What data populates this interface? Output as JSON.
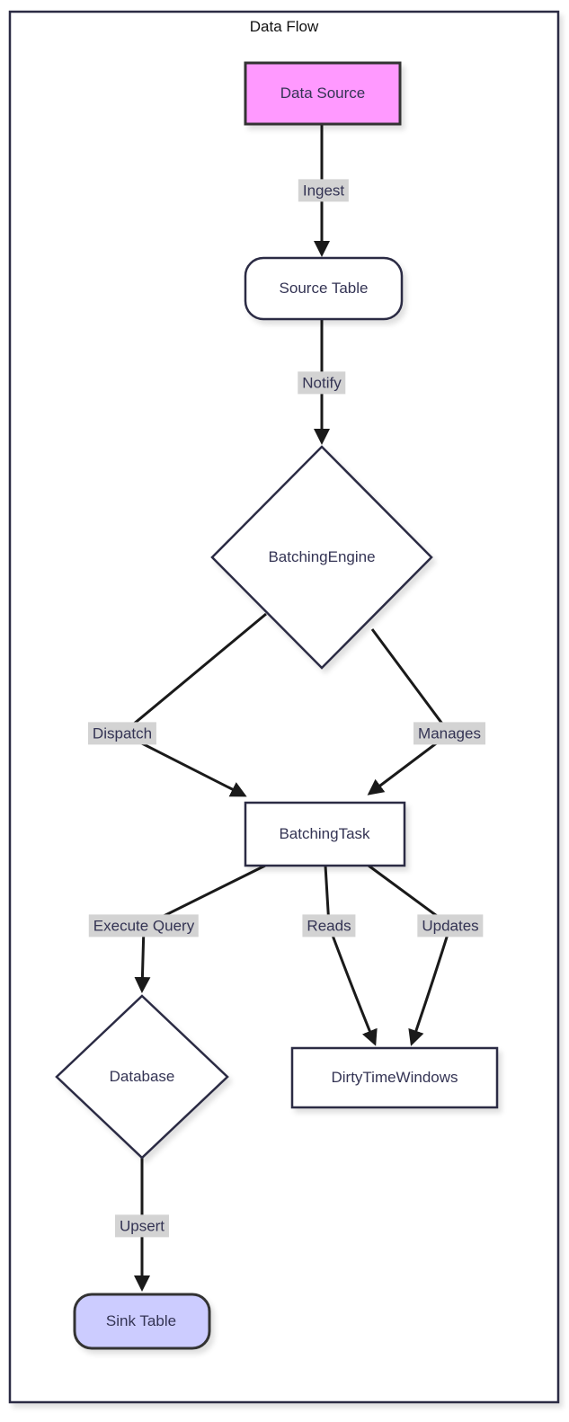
{
  "title": "Data Flow",
  "nodes": {
    "data_source": {
      "label": "Data Source",
      "shape": "rectangle",
      "fill": "#ff99ff"
    },
    "source_table": {
      "label": "Source Table",
      "shape": "rounded",
      "fill": "#ffffff"
    },
    "batching_engine": {
      "label": "BatchingEngine",
      "shape": "diamond",
      "fill": "#ffffff"
    },
    "batching_task": {
      "label": "BatchingTask",
      "shape": "rectangle",
      "fill": "#ffffff"
    },
    "database": {
      "label": "Database",
      "shape": "diamond",
      "fill": "#ffffff"
    },
    "dirty_time_windows": {
      "label": "DirtyTimeWindows",
      "shape": "rectangle",
      "fill": "#ffffff"
    },
    "sink_table": {
      "label": "Sink Table",
      "shape": "rounded",
      "fill": "#ccccff"
    }
  },
  "edges": [
    {
      "from": "Data Source",
      "to": "Source Table",
      "label": "Ingest"
    },
    {
      "from": "Source Table",
      "to": "BatchingEngine",
      "label": "Notify"
    },
    {
      "from": "BatchingEngine",
      "to": "BatchingTask",
      "label": "Dispatch"
    },
    {
      "from": "BatchingEngine",
      "to": "BatchingTask",
      "label": "Manages"
    },
    {
      "from": "BatchingTask",
      "to": "Database",
      "label": "Execute Query"
    },
    {
      "from": "BatchingTask",
      "to": "DirtyTimeWindows",
      "label": "Reads"
    },
    {
      "from": "BatchingTask",
      "to": "DirtyTimeWindows",
      "label": "Updates"
    },
    {
      "from": "Database",
      "to": "Sink Table",
      "label": "Upsert"
    }
  ],
  "colors": {
    "frame_border": "#2b2b44",
    "node_border": "#2b2b44",
    "styled_node_border": "#333333",
    "edge_line": "#1a1a1a",
    "edge_label_background": "#d3d3d3",
    "text": "#343454",
    "data_source_fill": "#ff99ff",
    "sink_table_fill": "#ccccff",
    "default_node_fill": "#ffffff"
  }
}
